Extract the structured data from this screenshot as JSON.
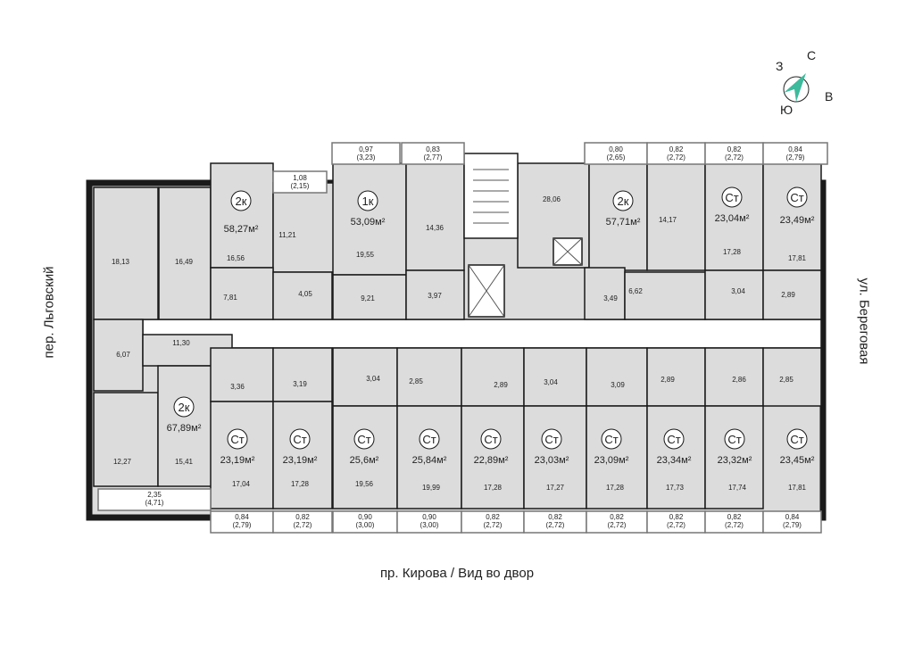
{
  "streets": {
    "bottom": "пр. Кирова / Вид во двор",
    "left": "пер. Льговский",
    "right": "ул. Береговая"
  },
  "compass": {
    "n": "С",
    "e": "В",
    "s": "Ю",
    "w": "З",
    "color": "#3dbb9c"
  },
  "colors": {
    "room": "#dcdcdc",
    "wall": "#1a1a1a",
    "corridor": "#ffffff",
    "accent": "#3dbb9c"
  },
  "apartments": [
    {
      "type": "2к",
      "area": "58,27м²"
    },
    {
      "type": "1к",
      "area": "53,09м²"
    },
    {
      "type": "2к",
      "area": "57,71м²"
    },
    {
      "type": "Ст",
      "area": "23,04м²"
    },
    {
      "type": "Ст",
      "area": "23,49м²"
    },
    {
      "type": "2к",
      "area": "67,89м²"
    },
    {
      "type": "Ст",
      "area": "23,19м²"
    },
    {
      "type": "Ст",
      "area": "23,19м²"
    },
    {
      "type": "Ст",
      "area": "25,6м²"
    },
    {
      "type": "Ст",
      "area": "25,84м²"
    },
    {
      "type": "Ст",
      "area": "22,89м²"
    },
    {
      "type": "Ст",
      "area": "23,03м²"
    },
    {
      "type": "Ст",
      "area": "23,09м²"
    },
    {
      "type": "Ст",
      "area": "23,34м²"
    },
    {
      "type": "Ст",
      "area": "23,32м²"
    },
    {
      "type": "Ст",
      "area": "23,45м²"
    }
  ],
  "room_labels": [
    "18,13",
    "16,49",
    "16,56",
    "11,21",
    "19,55",
    "14,36",
    "28,06",
    "14,17",
    "17,28",
    "17,81",
    "7,81",
    "4,05",
    "9,21",
    "3,97",
    "3,49",
    "6,62",
    "3,04",
    "2,89",
    "6,07",
    "11,30",
    "12,27",
    "15,41",
    "3,36",
    "3,19",
    "3,04",
    "2,85",
    "2,89",
    "3,04",
    "3,09",
    "2,89",
    "2,86",
    "2,85",
    "17,04",
    "17,28",
    "19,56",
    "19,99",
    "17,28",
    "17,27",
    "17,28",
    "17,73",
    "17,74",
    "17,81"
  ],
  "balconies_top": [
    {
      "a": "0,97",
      "b": "(3,23)"
    },
    {
      "a": "0,83",
      "b": "(2,77)"
    },
    {
      "a": "0,80",
      "b": "(2,65)"
    },
    {
      "a": "0,82",
      "b": "(2,72)"
    },
    {
      "a": "0,82",
      "b": "(2,72)"
    },
    {
      "a": "0,84",
      "b": "(2,79)"
    },
    {
      "a": "1,08",
      "b": "(2,15)"
    }
  ],
  "balconies_bottom": [
    {
      "a": "2,35",
      "b": "(4,71)"
    },
    {
      "a": "0,84",
      "b": "(2,79)"
    },
    {
      "a": "0,82",
      "b": "(2,72)"
    },
    {
      "a": "0,90",
      "b": "(3,00)"
    },
    {
      "a": "0,90",
      "b": "(3,00)"
    },
    {
      "a": "0,82",
      "b": "(2,72)"
    },
    {
      "a": "0,82",
      "b": "(2,72)"
    },
    {
      "a": "0,82",
      "b": "(2,72)"
    },
    {
      "a": "0,82",
      "b": "(2,72)"
    },
    {
      "a": "0,82",
      "b": "(2,72)"
    },
    {
      "a": "0,84",
      "b": "(2,79)"
    }
  ]
}
